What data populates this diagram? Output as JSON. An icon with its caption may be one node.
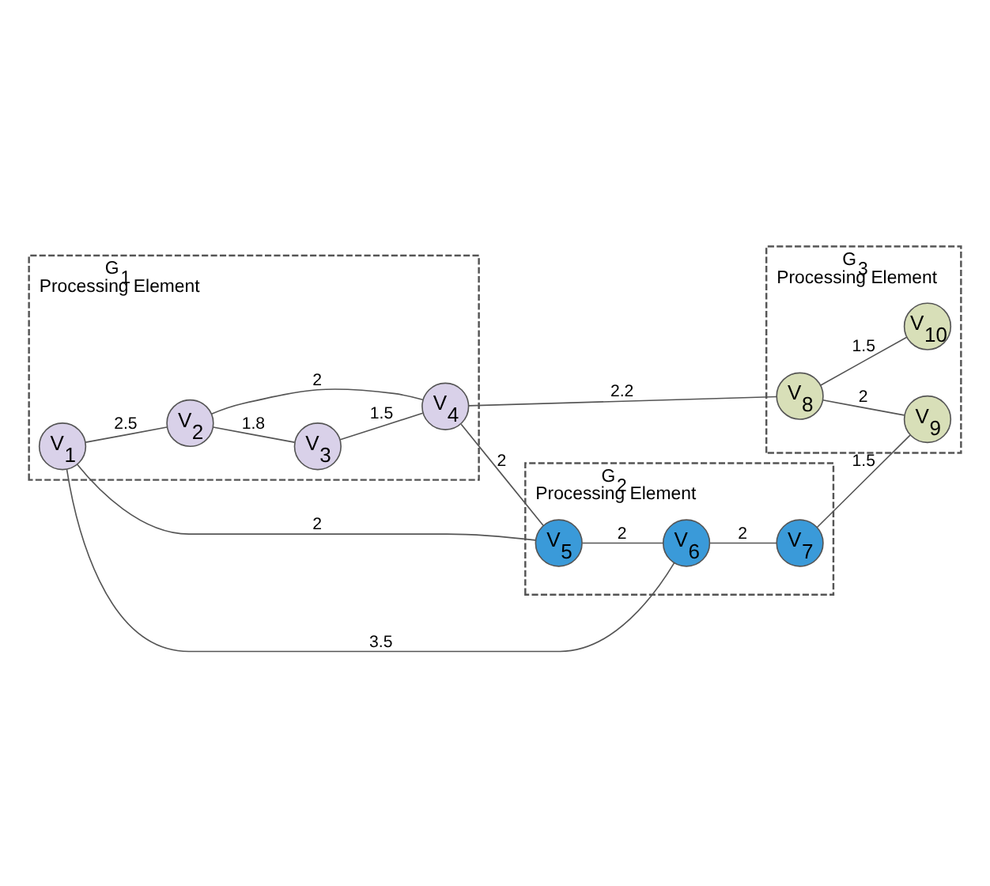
{
  "diagram": {
    "nodes": [
      {
        "text": [
          "G$_{1}$",
          "Processing Element"
        ]
      },
      {
        "text": [
          "V$_{1}$"
        ],
        "in": 0
      },
      {
        "text": [
          "V$_{2}$"
        ],
        "in": 0
      },
      {
        "text": [
          "V$_{3}$"
        ],
        "in": 0
      },
      {
        "text": [
          "V$_{4}$"
        ],
        "in": 0
      },
      {
        "text": [
          "G$_{2}$",
          "Processing Element"
        ]
      },
      {
        "text": [
          "V$_{5}$"
        ],
        "in": 5
      },
      {
        "text": [
          "V$_{6}$"
        ],
        "in": 5
      },
      {
        "text": [
          "V$_{7}$"
        ],
        "in": 5
      },
      {
        "text": [
          "G$_{3}$",
          "Processing Element"
        ]
      },
      {
        "text": [
          "V$_{8}$"
        ],
        "in": 9
      },
      {
        "text": [
          "V$_{9}$"
        ],
        "in": 9
      },
      {
        "text": [
          "V$_{10}$"
        ],
        "in": 9
      }
    ],
    "edges": [
      {
        "from": 1,
        "to": 2,
        "arrow": "none",
        "label": "2.5"
      },
      {
        "from": 1,
        "to": 7,
        "arrow": "none",
        "label": "3.5"
      },
      {
        "from": 1,
        "to": 6,
        "arrow": "none",
        "label": "2"
      },
      {
        "from": 2,
        "to": 4,
        "arrow": "none",
        "label": "2"
      },
      {
        "from": 2,
        "to": 3,
        "arrow": "none",
        "label": "1.8"
      },
      {
        "from": 3,
        "to": 4,
        "arrow": "none",
        "label": "1.5"
      },
      {
        "from": 4,
        "to": 6,
        "arrow": "none",
        "label": "2"
      },
      {
        "from": 4,
        "to": 10,
        "arrow": "none",
        "label": "2.2"
      },
      {
        "from": 6,
        "to": 7,
        "arrow": "none",
        "label": "2"
      },
      {
        "from": 7,
        "to": 8,
        "arrow": "none",
        "label": "2"
      },
      {
        "from": 8,
        "to": 11,
        "arrow": "none",
        "label": "1.5"
      },
      {
        "from": 10,
        "to": 11,
        "arrow": "none",
        "label": "2"
      },
      {
        "from": 10,
        "to": 12,
        "arrow": "none",
        "label": "1.5"
      }
    ]
  }
}
